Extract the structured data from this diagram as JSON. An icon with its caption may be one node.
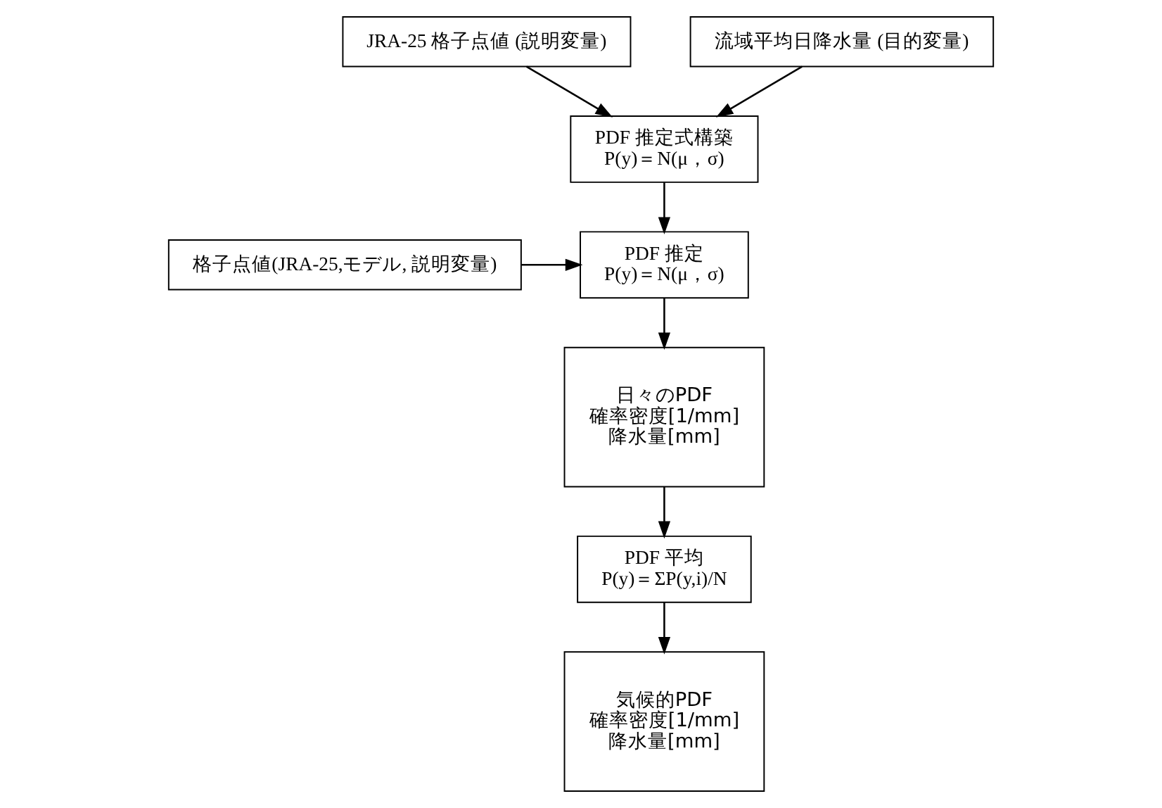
{
  "diagram": {
    "nodes": [
      {
        "text": [
          "JRA-25 格子点値 (説明変量)"
        ]
      },
      {
        "text": [
          "流域平均日降水量 (目的変量)"
        ]
      },
      {
        "text": [
          "PDF 推定式構築",
          "P(y)＝N(μ，σ)"
        ]
      },
      {
        "text": [
          "格子点値(JRA-25,モデル, 説明変量)"
        ]
      },
      {
        "text": [
          "PDF 推定",
          "P(y)＝N(μ，σ)"
        ]
      },
      {
        "text": [
          "日々のPDF",
          "確率密度[1/mm]",
          "降水量[mm]"
        ]
      },
      {
        "text": [
          "PDF 平均",
          "P(y)＝ΣP(y,i)/N"
        ]
      },
      {
        "text": [
          "気候的PDF",
          "確率密度[1/mm]",
          "降水量[mm]"
        ]
      }
    ],
    "edges": [
      {
        "from": 0,
        "to": 2,
        "arrow": "to"
      },
      {
        "from": 1,
        "to": 2,
        "arrow": "to"
      },
      {
        "from": 2,
        "to": 4,
        "arrow": "to"
      },
      {
        "from": 3,
        "to": 4,
        "arrow": "to"
      },
      {
        "from": 4,
        "to": 5,
        "arrow": "to"
      },
      {
        "from": 5,
        "to": 6,
        "arrow": "to"
      },
      {
        "from": 6,
        "to": 7,
        "arrow": "to"
      }
    ]
  }
}
